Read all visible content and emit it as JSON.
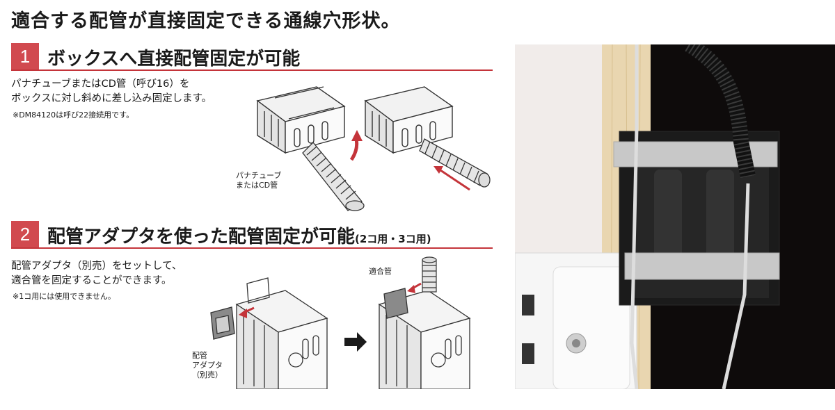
{
  "main_title": "適合する配管が直接固定できる通線穴形状。",
  "section1": {
    "number": "1",
    "title": "ボックスへ直接配管固定が可能",
    "text_line1": "パナチューブまたはCD管（呼び16）を",
    "text_line2": "ボックスに対し斜めに差し込み固定します。",
    "note": "※DM84120は呼び22接続用です。",
    "label_line1": "パナチューブ",
    "label_line2": "またはCD管"
  },
  "section2": {
    "number": "2",
    "title": "配管アダプタを使った配管固定が可能",
    "title_suffix": "(2コ用・3コ用)",
    "text_line1": "配管アダプタ（別売）をセットして、",
    "text_line2": "適合管を固定することができます。",
    "note": "※1コ用には使用できません。",
    "label_adapter_1": "配管",
    "label_adapter_2": "アダプタ",
    "label_adapter_3": "（別売）",
    "label_pipe": "適合管"
  },
  "colors": {
    "accent": "#d14a4f",
    "rule": "#c4343a",
    "arrow": "#c4343a"
  }
}
